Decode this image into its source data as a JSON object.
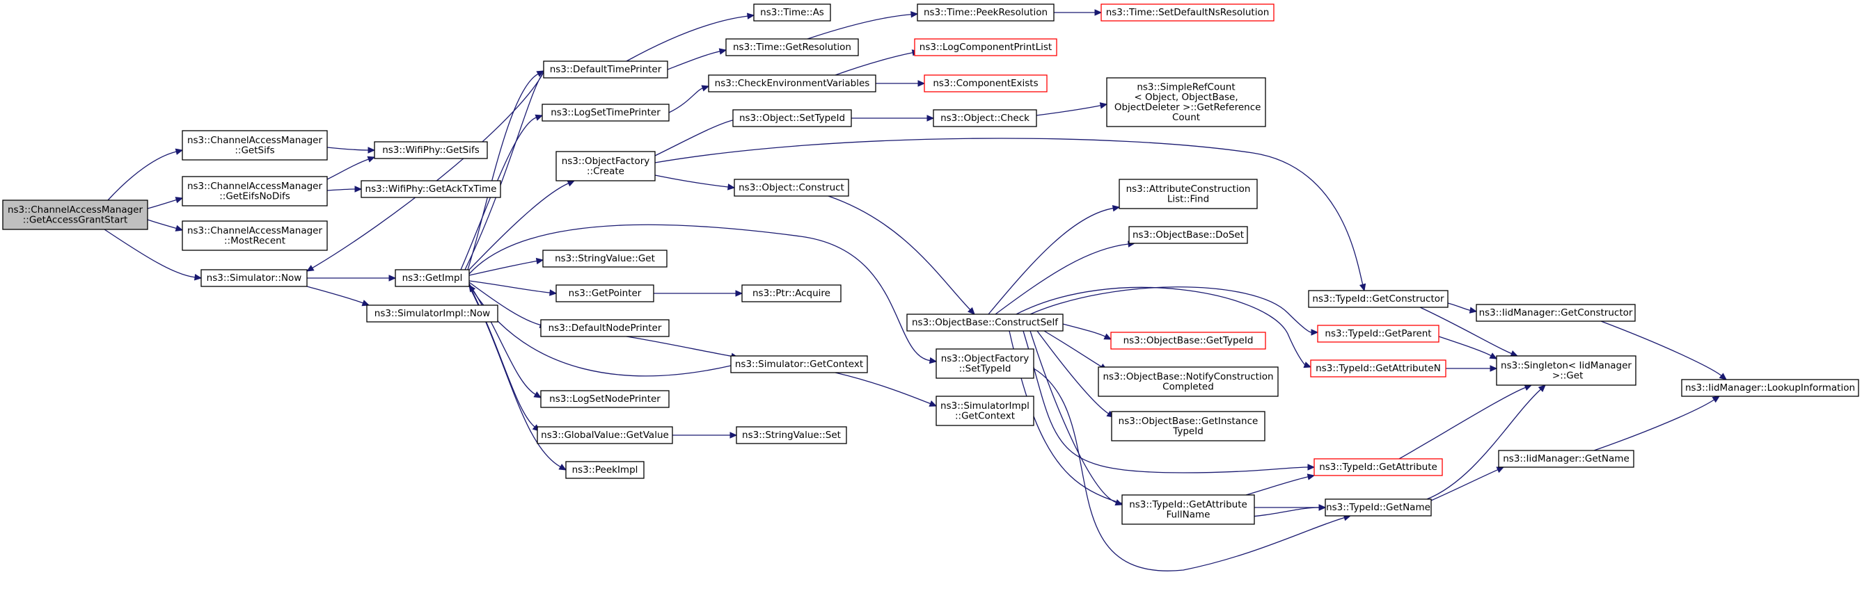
{
  "graph": {
    "colors": {
      "edge": "#191970",
      "normal_border": "#000000",
      "truncated_border": "#ff0000",
      "root_fill": "#bfbfbf",
      "node_fill": "#ffffff"
    },
    "nodes": [
      {
        "id": "root",
        "lines": [
          "ns3::ChannelAccessManager",
          "::GetAccessGrantStart"
        ],
        "style": "root"
      },
      {
        "id": "cam_getsifs",
        "lines": [
          "ns3::ChannelAccessManager",
          "::GetSifs"
        ],
        "style": "normal"
      },
      {
        "id": "cam_geteifs",
        "lines": [
          "ns3::ChannelAccessManager",
          "::GetEifsNoDifs"
        ],
        "style": "normal"
      },
      {
        "id": "cam_mostrecent",
        "lines": [
          "ns3::ChannelAccessManager",
          "::MostRecent"
        ],
        "style": "normal"
      },
      {
        "id": "sim_now",
        "lines": [
          "ns3::Simulator::Now"
        ],
        "style": "normal"
      },
      {
        "id": "wifi_getsifs",
        "lines": [
          "ns3::WifiPhy::GetSifs"
        ],
        "style": "normal"
      },
      {
        "id": "wifi_getack",
        "lines": [
          "ns3::WifiPhy::GetAckTxTime"
        ],
        "style": "normal"
      },
      {
        "id": "getimpl",
        "lines": [
          "ns3::GetImpl"
        ],
        "style": "normal"
      },
      {
        "id": "simimpl_now",
        "lines": [
          "ns3::SimulatorImpl::Now"
        ],
        "style": "normal"
      },
      {
        "id": "defaulttimeprinter",
        "lines": [
          "ns3::DefaultTimePrinter"
        ],
        "style": "normal"
      },
      {
        "id": "logsettimeprinter",
        "lines": [
          "ns3::LogSetTimePrinter"
        ],
        "style": "normal"
      },
      {
        "id": "objfactory_create",
        "lines": [
          "ns3::ObjectFactory",
          "::Create"
        ],
        "style": "normal"
      },
      {
        "id": "stringvalue_get",
        "lines": [
          "ns3::StringValue::Get"
        ],
        "style": "normal"
      },
      {
        "id": "getpointer",
        "lines": [
          "ns3::GetPointer"
        ],
        "style": "normal"
      },
      {
        "id": "defaultnodeprinter",
        "lines": [
          "ns3::DefaultNodePrinter"
        ],
        "style": "normal"
      },
      {
        "id": "logsetnodeprinter",
        "lines": [
          "ns3::LogSetNodePrinter"
        ],
        "style": "normal"
      },
      {
        "id": "globalvalue_getvalue",
        "lines": [
          "ns3::GlobalValue::GetValue"
        ],
        "style": "normal"
      },
      {
        "id": "peekimpl",
        "lines": [
          "ns3::PeekImpl"
        ],
        "style": "normal"
      },
      {
        "id": "time_as",
        "lines": [
          "ns3::Time::As"
        ],
        "style": "normal"
      },
      {
        "id": "time_getresolution",
        "lines": [
          "ns3::Time::GetResolution"
        ],
        "style": "normal"
      },
      {
        "id": "checkenv",
        "lines": [
          "ns3::CheckEnvironmentVariables"
        ],
        "style": "normal"
      },
      {
        "id": "object_settypeid",
        "lines": [
          "ns3::Object::SetTypeId"
        ],
        "style": "normal"
      },
      {
        "id": "object_construct",
        "lines": [
          "ns3::Object::Construct"
        ],
        "style": "normal"
      },
      {
        "id": "ptr_acquire",
        "lines": [
          "ns3::Ptr::Acquire"
        ],
        "style": "normal"
      },
      {
        "id": "sim_getcontext",
        "lines": [
          "ns3::Simulator::GetContext"
        ],
        "style": "normal"
      },
      {
        "id": "stringvalue_set",
        "lines": [
          "ns3::StringValue::Set"
        ],
        "style": "normal"
      },
      {
        "id": "time_peekres",
        "lines": [
          "ns3::Time::PeekResolution"
        ],
        "style": "normal"
      },
      {
        "id": "time_setdefault",
        "lines": [
          "ns3::Time::SetDefaultNsResolution"
        ],
        "style": "truncated"
      },
      {
        "id": "logcomponentprintlist",
        "lines": [
          "ns3::LogComponentPrintList"
        ],
        "style": "truncated"
      },
      {
        "id": "componentexists",
        "lines": [
          "ns3::ComponentExists"
        ],
        "style": "truncated"
      },
      {
        "id": "object_check",
        "lines": [
          "ns3::Object::Check"
        ],
        "style": "normal"
      },
      {
        "id": "simplerefcount",
        "lines": [
          "ns3::SimpleRefCount",
          "< Object, ObjectBase,",
          " ObjectDeleter >::GetReference",
          "Count"
        ],
        "style": "normal"
      },
      {
        "id": "objbase_constructself",
        "lines": [
          "ns3::ObjectBase::ConstructSelf"
        ],
        "style": "normal"
      },
      {
        "id": "objfactory_settypeid",
        "lines": [
          "ns3::ObjectFactory",
          "::SetTypeId"
        ],
        "style": "normal"
      },
      {
        "id": "simimpl_getcontext",
        "lines": [
          "ns3::SimulatorImpl",
          "::GetContext"
        ],
        "style": "normal"
      },
      {
        "id": "attrconstruction_find",
        "lines": [
          "ns3::AttributeConstruction",
          "List::Find"
        ],
        "style": "normal"
      },
      {
        "id": "objbase_doset",
        "lines": [
          "ns3::ObjectBase::DoSet"
        ],
        "style": "normal"
      },
      {
        "id": "objbase_gettypeid",
        "lines": [
          "ns3::ObjectBase::GetTypeId"
        ],
        "style": "truncated"
      },
      {
        "id": "objbase_notify",
        "lines": [
          "ns3::ObjectBase::NotifyConstruction",
          "Completed"
        ],
        "style": "normal"
      },
      {
        "id": "objbase_getinstance",
        "lines": [
          "ns3::ObjectBase::GetInstance",
          "TypeId"
        ],
        "style": "normal"
      },
      {
        "id": "typeid_getattributefullname",
        "lines": [
          "ns3::TypeId::GetAttribute",
          "FullName"
        ],
        "style": "normal"
      },
      {
        "id": "typeid_getconstructor",
        "lines": [
          "ns3::TypeId::GetConstructor"
        ],
        "style": "normal"
      },
      {
        "id": "typeid_getparent",
        "lines": [
          "ns3::TypeId::GetParent"
        ],
        "style": "truncated"
      },
      {
        "id": "typeid_getattributen",
        "lines": [
          "ns3::TypeId::GetAttributeN"
        ],
        "style": "truncated"
      },
      {
        "id": "typeid_getattribute",
        "lines": [
          "ns3::TypeId::GetAttribute"
        ],
        "style": "truncated"
      },
      {
        "id": "typeid_getname",
        "lines": [
          "ns3::TypeId::GetName"
        ],
        "style": "normal"
      },
      {
        "id": "iidmanager_getconstructor",
        "lines": [
          "ns3::IidManager::GetConstructor"
        ],
        "style": "normal"
      },
      {
        "id": "singleton_get",
        "lines": [
          "ns3::Singleton< IidManager",
          " >::Get"
        ],
        "style": "normal"
      },
      {
        "id": "iidmanager_getname",
        "lines": [
          "ns3::IidManager::GetName"
        ],
        "style": "normal"
      },
      {
        "id": "iidmanager_lookup",
        "lines": [
          "ns3::IidManager::LookupInformation"
        ],
        "style": "normal"
      }
    ],
    "edges": [
      [
        "root",
        "cam_getsifs"
      ],
      [
        "root",
        "cam_geteifs"
      ],
      [
        "root",
        "cam_mostrecent"
      ],
      [
        "root",
        "sim_now"
      ],
      [
        "cam_getsifs",
        "wifi_getsifs"
      ],
      [
        "cam_geteifs",
        "wifi_getsifs"
      ],
      [
        "cam_geteifs",
        "wifi_getack"
      ],
      [
        "sim_now",
        "getimpl"
      ],
      [
        "sim_now",
        "simimpl_now"
      ],
      [
        "getimpl",
        "defaulttimeprinter"
      ],
      [
        "getimpl",
        "sim_now"
      ],
      [
        "getimpl",
        "logsettimeprinter"
      ],
      [
        "getimpl",
        "objfactory_create"
      ],
      [
        "getimpl",
        "objfactory_settypeid"
      ],
      [
        "getimpl",
        "stringvalue_get"
      ],
      [
        "getimpl",
        "getpointer"
      ],
      [
        "getimpl",
        "defaultnodeprinter"
      ],
      [
        "getimpl",
        "logsetnodeprinter"
      ],
      [
        "getimpl",
        "globalvalue_getvalue"
      ],
      [
        "getimpl",
        "peekimpl"
      ],
      [
        "defaulttimeprinter",
        "time_as"
      ],
      [
        "defaulttimeprinter",
        "time_getresolution"
      ],
      [
        "time_getresolution",
        "time_peekres"
      ],
      [
        "time_peekres",
        "time_setdefault"
      ],
      [
        "logsettimeprinter",
        "checkenv"
      ],
      [
        "checkenv",
        "logcomponentprintlist"
      ],
      [
        "checkenv",
        "componentexists"
      ],
      [
        "objfactory_create",
        "object_settypeid"
      ],
      [
        "objfactory_create",
        "object_construct"
      ],
      [
        "objfactory_create",
        "typeid_getconstructor"
      ],
      [
        "object_settypeid",
        "object_check"
      ],
      [
        "object_check",
        "simplerefcount"
      ],
      [
        "object_construct",
        "objbase_constructself"
      ],
      [
        "getpointer",
        "ptr_acquire"
      ],
      [
        "defaultnodeprinter",
        "sim_getcontext"
      ],
      [
        "sim_getcontext",
        "getimpl"
      ],
      [
        "sim_getcontext",
        "simimpl_getcontext"
      ],
      [
        "globalvalue_getvalue",
        "stringvalue_set"
      ],
      [
        "objfactory_settypeid",
        "typeid_getname"
      ],
      [
        "objbase_constructself",
        "attrconstruction_find"
      ],
      [
        "objbase_constructself",
        "objbase_doset"
      ],
      [
        "objbase_constructself",
        "objbase_gettypeid"
      ],
      [
        "objbase_constructself",
        "objbase_notify"
      ],
      [
        "objbase_constructself",
        "objbase_getinstance"
      ],
      [
        "objbase_constructself",
        "typeid_getattributefullname"
      ],
      [
        "objbase_constructself",
        "typeid_getparent"
      ],
      [
        "objbase_constructself",
        "typeid_getattributen"
      ],
      [
        "objbase_constructself",
        "typeid_getattribute"
      ],
      [
        "objbase_constructself",
        "typeid_getname"
      ],
      [
        "typeid_getattributefullname",
        "typeid_getattribute"
      ],
      [
        "typeid_getattributefullname",
        "typeid_getname"
      ],
      [
        "typeid_getconstructor",
        "iidmanager_getconstructor"
      ],
      [
        "typeid_getconstructor",
        "singleton_get"
      ],
      [
        "typeid_getparent",
        "singleton_get"
      ],
      [
        "typeid_getattributen",
        "singleton_get"
      ],
      [
        "typeid_getattribute",
        "singleton_get"
      ],
      [
        "typeid_getname",
        "singleton_get"
      ],
      [
        "typeid_getname",
        "iidmanager_getname"
      ],
      [
        "iidmanager_getconstructor",
        "iidmanager_lookup"
      ],
      [
        "iidmanager_getname",
        "iidmanager_lookup"
      ]
    ]
  }
}
